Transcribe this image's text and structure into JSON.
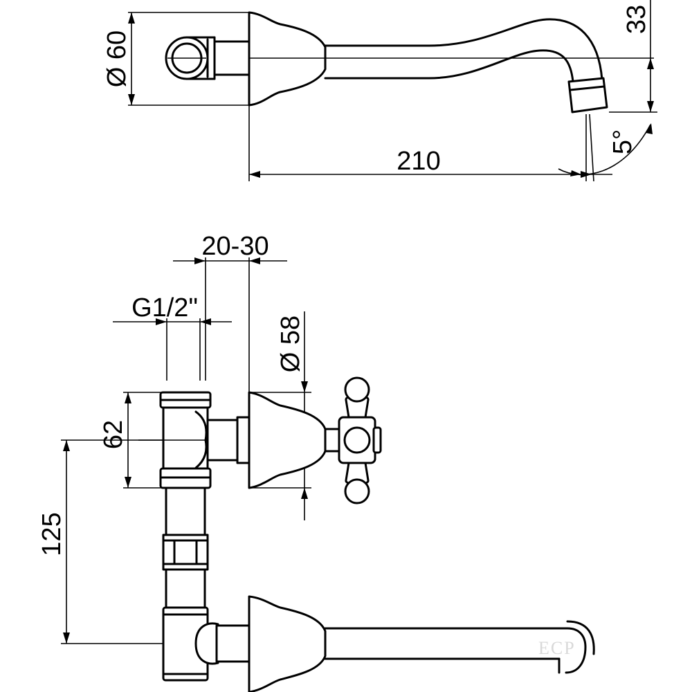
{
  "dimensions": {
    "diameter_60": "Ø 60",
    "height_33": "33",
    "length_210": "210",
    "angle_5": "5°",
    "range_20_30": "20-30",
    "thread_g12": "G1/2\"",
    "diameter_58": "Ø 58",
    "height_62": "62",
    "height_125": "125"
  },
  "watermark": "ECP"
}
